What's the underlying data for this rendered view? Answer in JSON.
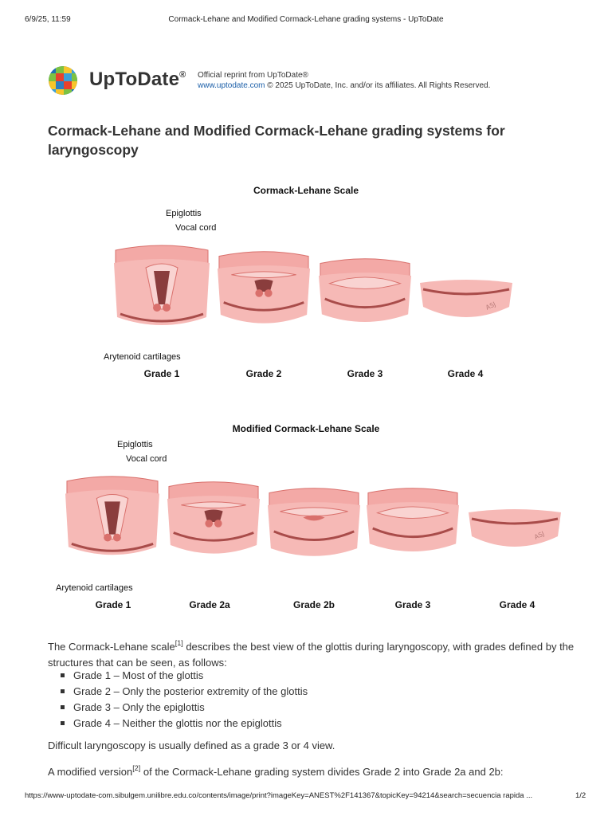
{
  "print_header": {
    "datetime": "6/9/25, 11:59",
    "title": "Cormack-Lehane and Modified Cormack-Lehane grading systems - UpToDate"
  },
  "brand": {
    "name": "UpToDate",
    "trademark": "®",
    "reprint_line": "Official reprint from UpToDate®",
    "site_link": "www.uptodate.com",
    "copyright": "© 2025 UpToDate, Inc. and/or its affiliates. All Rights Reserved."
  },
  "document": {
    "title": "Cormack-Lehane and Modified Cormack-Lehane grading systems for laryngoscopy"
  },
  "figure1": {
    "title": "Cormack-Lehane Scale",
    "labels": {
      "epiglottis": "Epiglottis",
      "vocal_cord": "Vocal cord",
      "arytenoid": "Arytenoid cartilages"
    },
    "grades": [
      "Grade 1",
      "Grade 2",
      "Grade 3",
      "Grade 4"
    ]
  },
  "figure2": {
    "title": "Modified Cormack-Lehane Scale",
    "labels": {
      "epiglottis": "Epiglottis",
      "vocal_cord": "Vocal cord",
      "arytenoid": "Arytenoid cartilages"
    },
    "grades": [
      "Grade 1",
      "Grade 2a",
      "Grade 2b",
      "Grade 3",
      "Grade 4"
    ]
  },
  "body": {
    "p1_before": "The Cormack-Lehane scale",
    "p1_ref": "[1]",
    "p1_after": " describes the best view of the glottis during laryngoscopy, with grades defined by the structures that can be seen, as follows:",
    "list": [
      "Grade 1 – Most of the glottis",
      "Grade 2 – Only the posterior extremity of the glottis",
      "Grade 3 – Only the epiglottis",
      "Grade 4 – Neither the glottis nor the epiglottis"
    ],
    "p2": "Difficult laryngoscopy is usually defined as a grade 3 or 4 view.",
    "p3_before": "A modified version",
    "p3_ref": "[2]",
    "p3_after": " of the Cormack-Lehane grading system divides Grade 2 into Grade 2a and 2b:"
  },
  "print_footer": {
    "url": "https://www-uptodate-com.sibulgem.unilibre.edu.co/contents/image/print?imageKey=ANEST%2F141367&topicKey=94214&search=secuencia rapida ...",
    "page": "1/2"
  },
  "colors": {
    "tissue": "#f3a9a6",
    "tissue_dark": "#d9706c",
    "link": "#1a5ea8"
  },
  "icons": [
    "uptodate-logo-icon"
  ]
}
